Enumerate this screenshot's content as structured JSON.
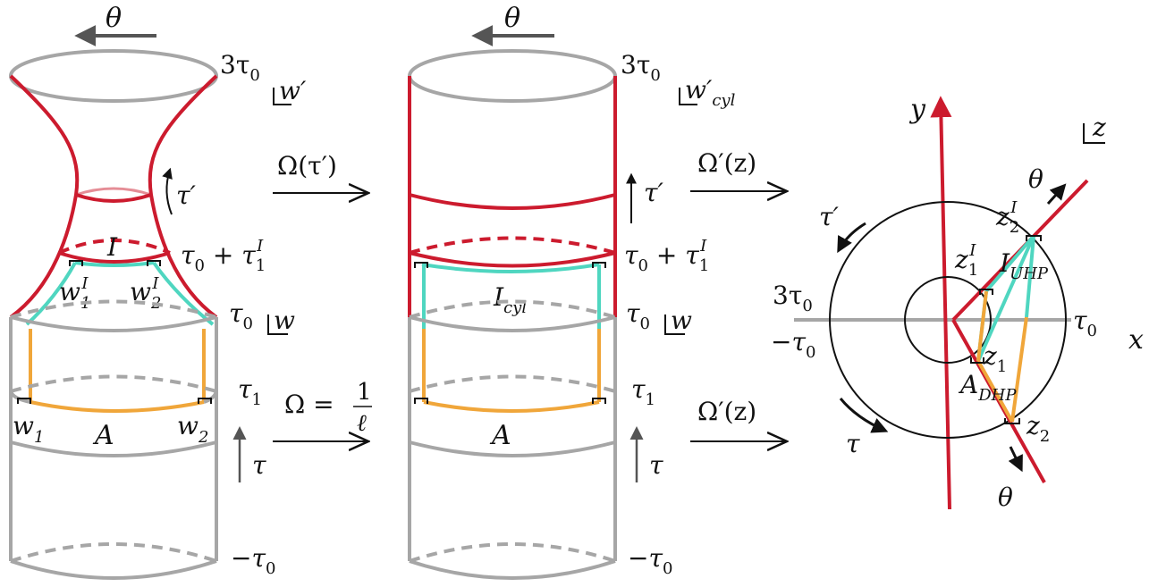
{
  "colors": {
    "gray": "#a6a6a6",
    "red": "#cc1b2e",
    "teal": "#4fd6c0",
    "orange": "#f0a63a",
    "black": "#111111",
    "arrow_gray": "#555555"
  },
  "left_panel": {
    "theta": "θ",
    "top_time": "3τ",
    "top_time_sub": "0",
    "top_coord": "w′",
    "tau_prime": "τ′",
    "interval_I": "I",
    "endpoint_w1I": "w",
    "endpoint_w1I_sub": "1",
    "endpoint_w1I_sup": "I",
    "endpoint_w2I": "w",
    "endpoint_w2I_sub": "2",
    "endpoint_w2I_sup": "I",
    "level_tau0_tau1I": "τ",
    "level_tau0_tau1I_sub0": "0",
    "level_tau0_tau1I_plus": " + τ",
    "level_tau0_tau1I_sub1": "1",
    "level_tau0_tau1I_sup": "I",
    "mid_time": "τ",
    "mid_time_sub": "0",
    "mid_coord": "w",
    "level_tau1": "τ",
    "level_tau1_sub": "1",
    "endpoint_w1": "w",
    "endpoint_w1_sub": "1",
    "endpoint_w2": "w",
    "endpoint_w2_sub": "2",
    "interval_A": "A",
    "tau": "τ",
    "bottom_time": "−τ",
    "bottom_time_sub": "0"
  },
  "map_top": {
    "label": "Ω(τ′)"
  },
  "map_bottom": {
    "label_lhs": "Ω =",
    "numerator": "1",
    "denominator": "ℓ"
  },
  "middle_panel": {
    "theta": "θ",
    "top_time": "3τ",
    "top_time_sub": "0",
    "top_coord": "w′",
    "top_coord_sub": "cyl",
    "tau_prime": "τ′",
    "level_tau0_tau1I": "τ",
    "level_tau0_tau1I_sub0": "0",
    "level_tau0_tau1I_plus": " + τ",
    "level_tau0_tau1I_sub1": "1",
    "level_tau0_tau1I_sup": "I",
    "interval_Icyl": "I",
    "interval_Icyl_sub": "cyl",
    "mid_time": "τ",
    "mid_time_sub": "0",
    "mid_coord": "w",
    "level_tau1": "τ",
    "level_tau1_sub": "1",
    "interval_A": "A",
    "tau": "τ",
    "bottom_time": "−τ",
    "bottom_time_sub": "0"
  },
  "map_right_top": {
    "label": "Ω′(z)"
  },
  "map_right_bottom": {
    "label": "Ω′(z)"
  },
  "right_panel": {
    "axis_y": "y",
    "axis_x": "x",
    "coord": "z",
    "theta_top": "θ",
    "theta_bottom": "θ",
    "tau_prime": "τ′",
    "tau": "τ",
    "z2I": "z",
    "z2I_sub": "2",
    "z2I_sup": "I",
    "z1I": "z",
    "z1I_sub": "1",
    "z1I_sup": "I",
    "I_UHP": "I",
    "I_UHP_sub": "UHP",
    "three_tau0": "3τ",
    "three_tau0_sub": "0",
    "minus_tau0": "−τ",
    "minus_tau0_sub": "0",
    "tau0": "τ",
    "tau0_sub": "0",
    "z1": "z",
    "z1_sub": "1",
    "A_DHP": "A",
    "A_DHP_sub": "DHP",
    "z2": "z",
    "z2_sub": "2"
  }
}
